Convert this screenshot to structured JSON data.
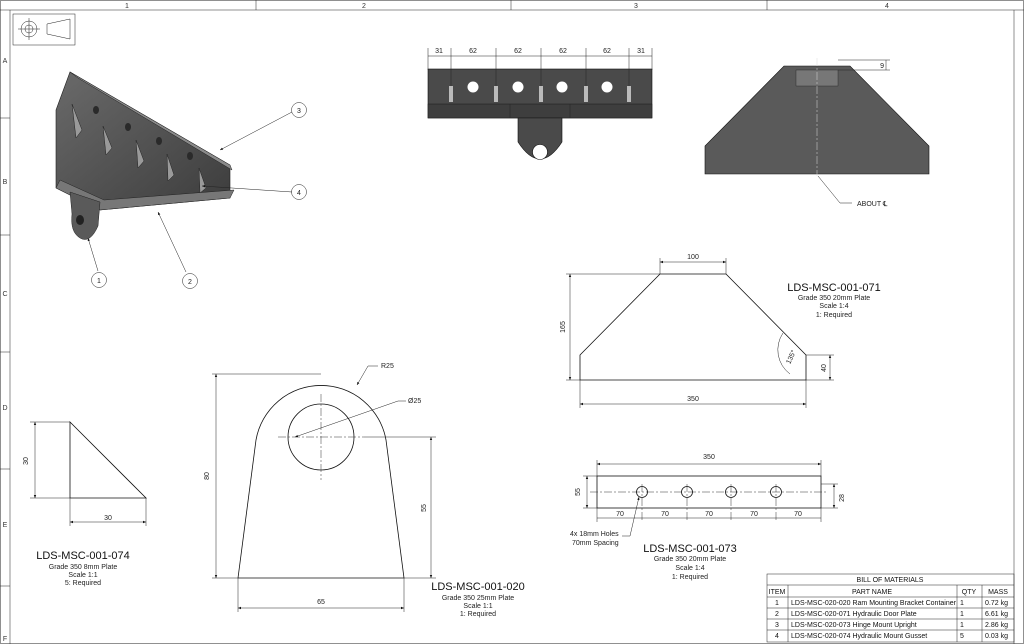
{
  "frame": {
    "columns": [
      "1",
      "2",
      "3",
      "4"
    ],
    "rows": [
      "A",
      "B",
      "C",
      "D",
      "E",
      "F"
    ]
  },
  "symbols": [
    "third-angle-projection-icon"
  ],
  "balloons": [
    "1",
    "2",
    "3",
    "4"
  ],
  "top_view_dims": [
    "31",
    "62",
    "62",
    "62",
    "62",
    "31"
  ],
  "side_view": {
    "dim": "9",
    "note": "ABOUT ℄"
  },
  "parts": [
    {
      "id": "LDS-MSC-001-074",
      "material": "Grade 350 8mm Plate",
      "scale": "Scale 1:1",
      "req": "5: Required",
      "dims": [
        "30",
        "30"
      ]
    },
    {
      "id": "LDS-MSC-001-020",
      "material": "Grade 350 25mm Plate",
      "scale": "Scale 1:1",
      "req": "1: Required",
      "dims": [
        "R25",
        "Ø25",
        "80",
        "55",
        "65"
      ]
    },
    {
      "id": "LDS-MSC-001-071",
      "material": "Grade 350 20mm Plate",
      "scale": "Scale 1:4",
      "req": "1: Required",
      "dims": [
        "100",
        "165",
        "135°",
        "40",
        "350"
      ]
    },
    {
      "id": "LDS-MSC-001-073",
      "material": "Grade 350 20mm Plate",
      "scale": "Scale 1:4",
      "req": "1: Required",
      "dims": [
        "350",
        "55",
        "28",
        "70",
        "70",
        "70",
        "70",
        "70"
      ],
      "note": [
        "4x 18mm Holes",
        "70mm Spacing"
      ]
    }
  ],
  "bom": {
    "title": "BILL OF MATERIALS",
    "headers": [
      "ITEM",
      "PART NAME",
      "QTY",
      "MASS"
    ],
    "rows": [
      [
        "1",
        "LDS-MSC-020-020 Ram Mounting Bracket Container",
        "1",
        "0.72 kg"
      ],
      [
        "2",
        "LDS-MSC-020-071 Hydraulic Door Plate",
        "1",
        "6.61 kg"
      ],
      [
        "3",
        "LDS-MSC-020-073 Hinge Mount Upright",
        "1",
        "2.86 kg"
      ],
      [
        "4",
        "LDS-MSC-020-074 Hydraulic Mount Gusset",
        "5",
        "0.03 kg"
      ]
    ]
  }
}
